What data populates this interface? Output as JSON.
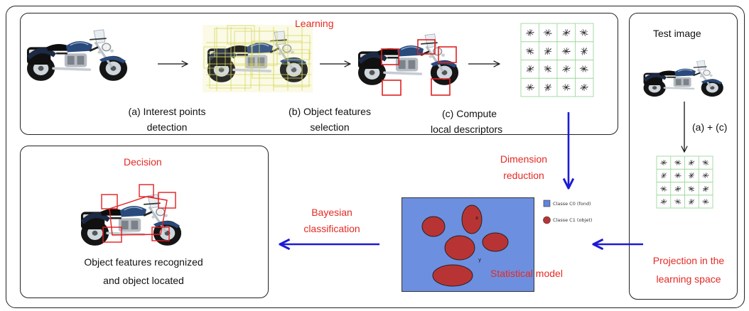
{
  "sections": {
    "learning": {
      "title": "Learning"
    },
    "test": {
      "title": "Test image"
    },
    "decision": {
      "title": "Decision"
    }
  },
  "steps": {
    "a": [
      "(a) Interest points",
      "detection"
    ],
    "b": [
      "(b) Object features",
      "selection"
    ],
    "c": [
      "(c) Compute",
      "local descriptors"
    ]
  },
  "flow_labels": {
    "dimension_reduction": [
      "Dimension",
      "reduction"
    ],
    "bayesian_classification": [
      "Bayesian",
      "classification"
    ],
    "projection": [
      "Projection in the",
      "learning space"
    ],
    "test_arrow": "(a) + (c)",
    "statistical_model": "Statistical model"
  },
  "decision_result": [
    "Object features recognized",
    "and object located"
  ],
  "model_legend": {
    "class0": "Classe C0 (fond)",
    "class1": "Classe C1 (objet)",
    "mark_x": "x",
    "mark_y": "y"
  },
  "colors": {
    "accent_red": "#e32a23",
    "flow_blue": "#1b1bd6",
    "model_background": "#6d8fe0",
    "model_blob": "#b83434",
    "descriptor_green": "#9ed89e",
    "bbox_red": "#e02020",
    "grid_yellow": "#d8d860"
  },
  "icons": {
    "motorcycle": "motorcycle-photo",
    "descriptor": "star-descriptor-glyph"
  }
}
